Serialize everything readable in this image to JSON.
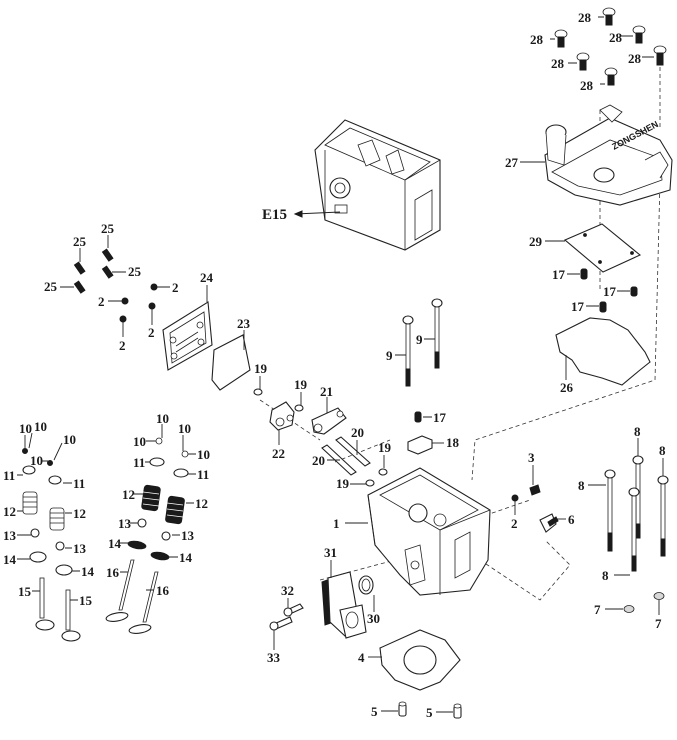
{
  "diagram": {
    "title": "Cylinder head exploded view",
    "callouts": {
      "p1": "1",
      "p2": "2",
      "p3": "3",
      "p4": "4",
      "p5": "5",
      "p6": "6",
      "p7": "7",
      "p8": "8",
      "p9": "9",
      "p10": "10",
      "p11": "11",
      "p12": "12",
      "p13": "13",
      "p14": "14",
      "p15": "15",
      "p16": "16",
      "p17": "17",
      "p18": "18",
      "p19": "19",
      "p20": "20",
      "p21": "21",
      "p22": "22",
      "p23": "23",
      "p24": "24",
      "p25": "25",
      "p26": "26",
      "p27": "27",
      "p28": "28",
      "p29": "29",
      "p30": "30",
      "p31": "31",
      "p32": "32",
      "p33": "33",
      "assembly": "E15"
    },
    "cover_brand": "ZONGSHEN"
  }
}
